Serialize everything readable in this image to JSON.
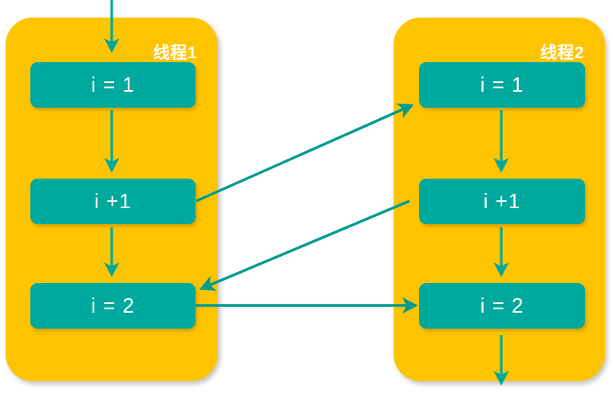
{
  "diagram": {
    "title_unrendered": "",
    "colors": {
      "panel_fill": "#FFC400",
      "box_fill": "#00A99D",
      "arrow": "#009B91",
      "box_text": "#FFFFFF",
      "panel_text": "#FFFFFF",
      "background": "#FFFFFF"
    },
    "threads": [
      {
        "id": "thread-1",
        "label": "线程1",
        "steps": [
          {
            "id": "t1-s1",
            "label": "i = 1"
          },
          {
            "id": "t1-s2",
            "label": "i +1"
          },
          {
            "id": "t1-s3",
            "label": "i = 2"
          }
        ]
      },
      {
        "id": "thread-2",
        "label": "线程2",
        "steps": [
          {
            "id": "t2-s1",
            "label": "i = 1"
          },
          {
            "id": "t2-s2",
            "label": "i +1"
          },
          {
            "id": "t2-s3",
            "label": "i = 2"
          }
        ]
      }
    ],
    "connectors": [
      {
        "id": "entry-arrow",
        "from": "top-edge",
        "to": "thread-1",
        "direction": "down"
      },
      {
        "id": "t1-s1-to-t1-s2",
        "from": "t1-s1",
        "to": "t1-s2",
        "direction": "down"
      },
      {
        "id": "t1-s2-to-t1-s3",
        "from": "t1-s2",
        "to": "t1-s3",
        "direction": "down"
      },
      {
        "id": "t2-s1-to-t2-s2",
        "from": "t2-s1",
        "to": "t2-s2",
        "direction": "down"
      },
      {
        "id": "t2-s2-to-t2-s3",
        "from": "t2-s2",
        "to": "t2-s3",
        "direction": "down"
      },
      {
        "id": "t1-s2-to-t2-s1",
        "from": "t1-s2",
        "to": "t2-s1",
        "direction": "up-right"
      },
      {
        "id": "t2-s2-to-t1-s3",
        "from": "t2-s2",
        "to": "t1-s3",
        "direction": "down-left"
      },
      {
        "id": "t1-s3-to-t2-s3",
        "from": "t1-s3",
        "to": "t2-s3",
        "direction": "right"
      },
      {
        "id": "exit-arrow",
        "from": "thread-2",
        "to": "bottom-edge",
        "direction": "down"
      }
    ]
  }
}
